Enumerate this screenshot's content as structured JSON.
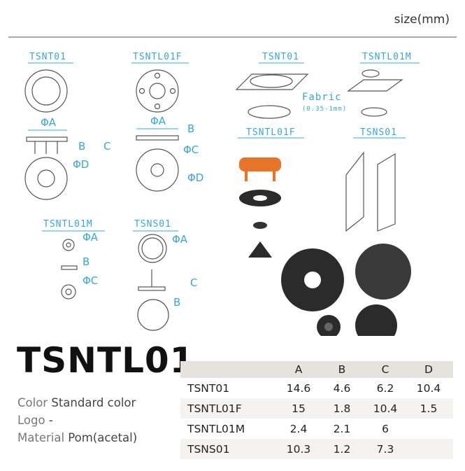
{
  "header": {
    "size_unit": "size(mm)"
  },
  "diagrams": {
    "tsnt01": "TSNT01",
    "tsntl01f": "TSNTL01F",
    "tsntl01m": "TSNTL01M",
    "tsns01": "TSNS01",
    "assembly": {
      "top": "TSNT01",
      "top_right": "TSNTL01M",
      "fabric": "Fabric",
      "fabric_range": "(0.35-1mm)",
      "bottom_left": "TSNTL01F",
      "bottom_right": "TSNS01"
    },
    "dims": {
      "a": "ΦA",
      "b": "B",
      "c": "C",
      "d": "ΦD",
      "c_phi": "ΦC"
    }
  },
  "product": {
    "title": "TSNTL01",
    "specs": [
      {
        "label": "Color",
        "value": "Standard color"
      },
      {
        "label": "Logo",
        "value": "-"
      },
      {
        "label": "Material",
        "value": "Pom(acetal)"
      }
    ]
  },
  "table": {
    "headers": [
      "",
      "A",
      "B",
      "C",
      "D"
    ],
    "rows": [
      [
        "TSNT01",
        "14.6",
        "4.6",
        "6.2",
        "10.4"
      ],
      [
        "TSNTL01F",
        "15",
        "1.8",
        "10.4",
        "1.5"
      ],
      [
        "TSNTL01M",
        "2.4",
        "2.1",
        "6",
        ""
      ],
      [
        "TSNS01",
        "10.3",
        "1.2",
        "7.3",
        ""
      ]
    ]
  },
  "colors": {
    "accent": "#3aa6d6",
    "cap_orange": "#e8742a",
    "part_black": "#2b2b2b"
  }
}
